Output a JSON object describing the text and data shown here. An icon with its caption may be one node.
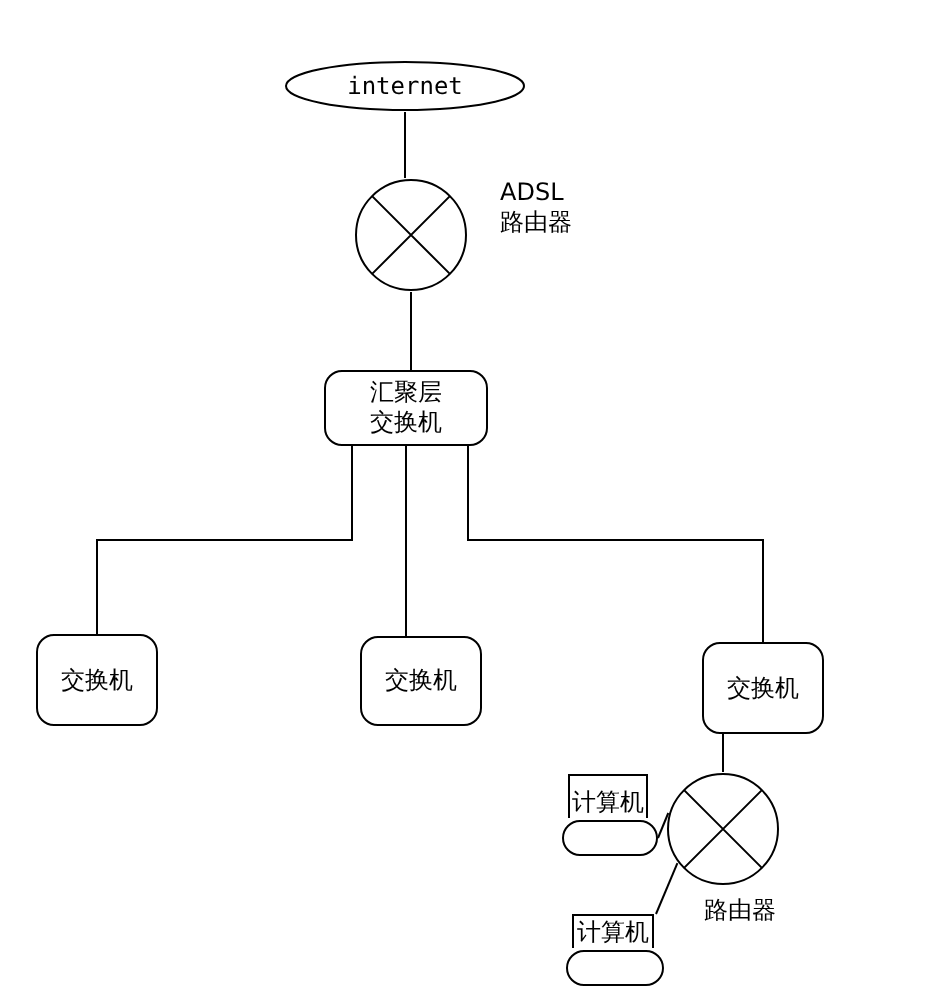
{
  "diagram": {
    "nodes": [
      {
        "text": [
          "internet"
        ]
      },
      {
        "text": [],
        "shape": "circle",
        "beside": [
          "ADSL 路由器"
        ]
      },
      {
        "text": [
          "汇聚层交换机"
        ]
      },
      {
        "text": [
          "交换机"
        ]
      },
      {
        "text": [
          "交换机"
        ]
      },
      {
        "text": [
          "交换机"
        ]
      },
      {
        "text": [],
        "shape": "circle",
        "beside": [
          "路由器"
        ]
      },
      {
        "text": [
          "计算机"
        ]
      },
      {
        "text": [
          "计算机"
        ]
      }
    ],
    "edges": [
      {
        "from": 0,
        "to": 1,
        "arrow": "none"
      },
      {
        "from": 1,
        "to": 2,
        "arrow": "none"
      },
      {
        "from": 2,
        "to": 3,
        "arrow": "none"
      },
      {
        "from": 2,
        "to": 4,
        "arrow": "none"
      },
      {
        "from": 2,
        "to": 5,
        "arrow": "none"
      },
      {
        "from": 5,
        "to": 6,
        "arrow": "none"
      },
      {
        "from": 7,
        "to": 6,
        "arrow": "none"
      },
      {
        "from": 8,
        "to": 6,
        "arrow": "none"
      }
    ]
  }
}
